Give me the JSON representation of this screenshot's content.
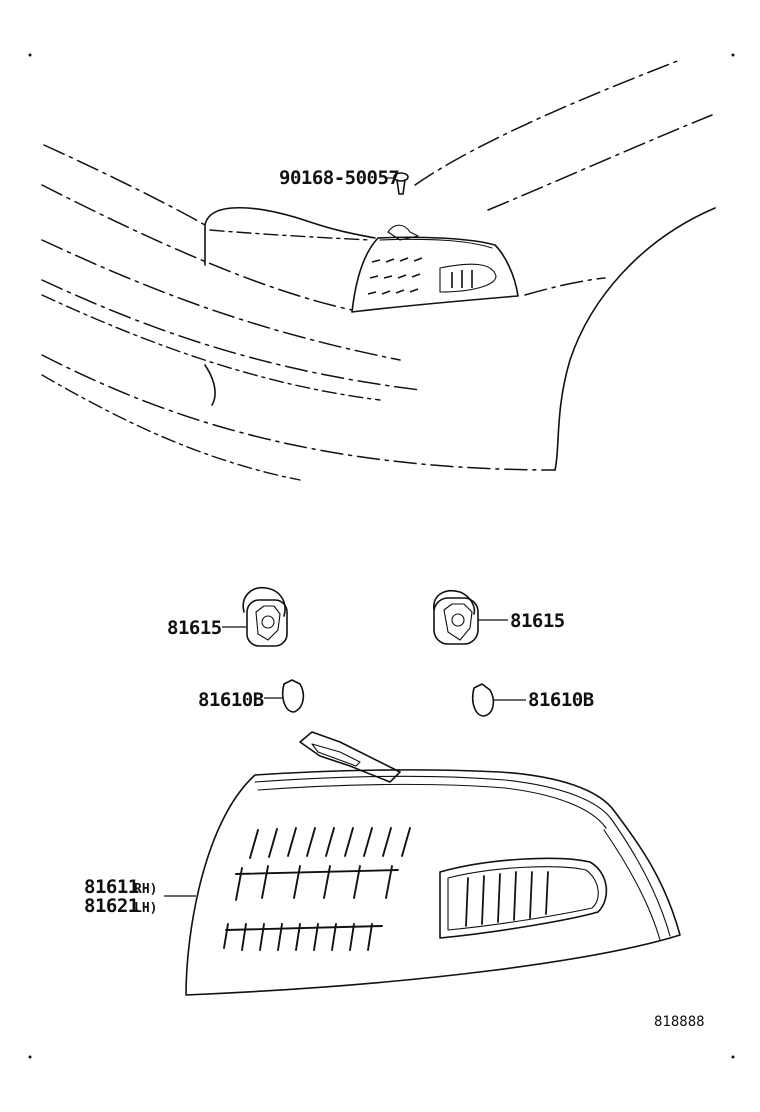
{
  "parts": {
    "screw": {
      "number": "90168-50057"
    },
    "socket_left": {
      "number": "81615"
    },
    "socket_right": {
      "number": "81615"
    },
    "bulb_left": {
      "number": "81610B"
    },
    "bulb_right": {
      "number": "81610B"
    },
    "lamp_rh": {
      "number": "81611",
      "side": "RH)"
    },
    "lamp_lh": {
      "number": "81621",
      "side": "LH)"
    }
  },
  "diagram_id": "818888"
}
